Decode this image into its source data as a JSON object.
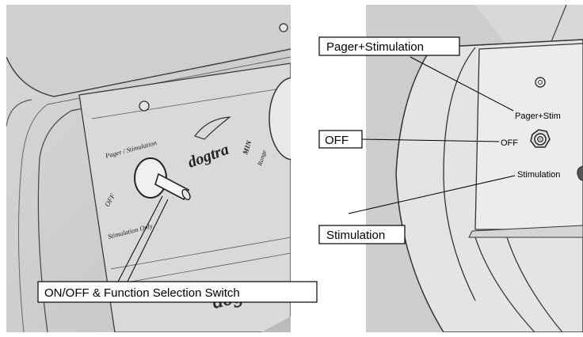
{
  "left_panel": {
    "callout": "ON/OFF & Function Selection Switch",
    "device_labels": {
      "top": "Pager / Stimulation",
      "off": "OFF",
      "bottom": "Stimulation Only",
      "brand": "dogtra",
      "side": "MIN",
      "side2": "Range"
    }
  },
  "right_panel": {
    "callouts": {
      "pager_stimulation": "Pager+Stimulation",
      "off": "OFF",
      "stimulation": "Stimulation"
    },
    "device_labels": {
      "pager_stim": "Pager+Stim",
      "off": "OFF",
      "stimulation": "Stimulation"
    }
  }
}
